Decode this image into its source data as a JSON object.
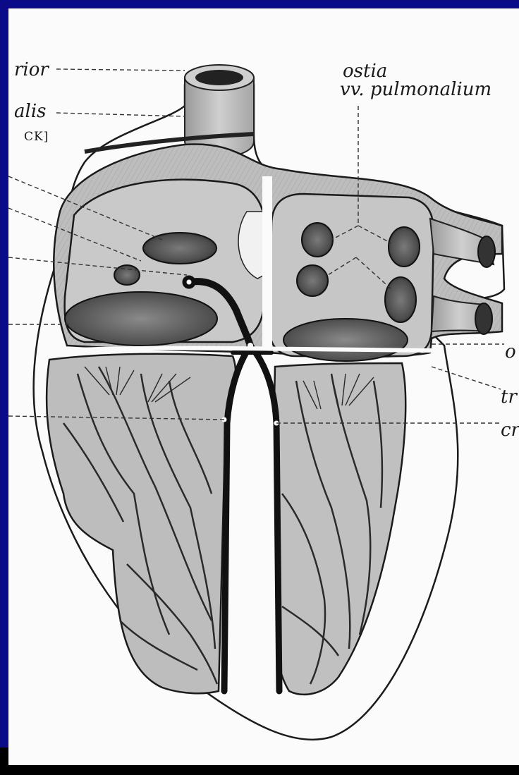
{
  "colors": {
    "frame_blue": "#0b0b8a",
    "background": "#000000",
    "paper": "#fbfbfb",
    "chamber_gray": "#b9b9b9",
    "dark_gray": "#5e5e5e",
    "conduction_black": "#111111"
  },
  "labels": {
    "left_top_1": "rior",
    "left_top_2": "alis",
    "left_top_3": "CK]",
    "top_right_1": "ostia",
    "top_right_2": "vv. pulmonalium",
    "right_1": "o",
    "right_2": "tr",
    "right_3": "cr"
  }
}
